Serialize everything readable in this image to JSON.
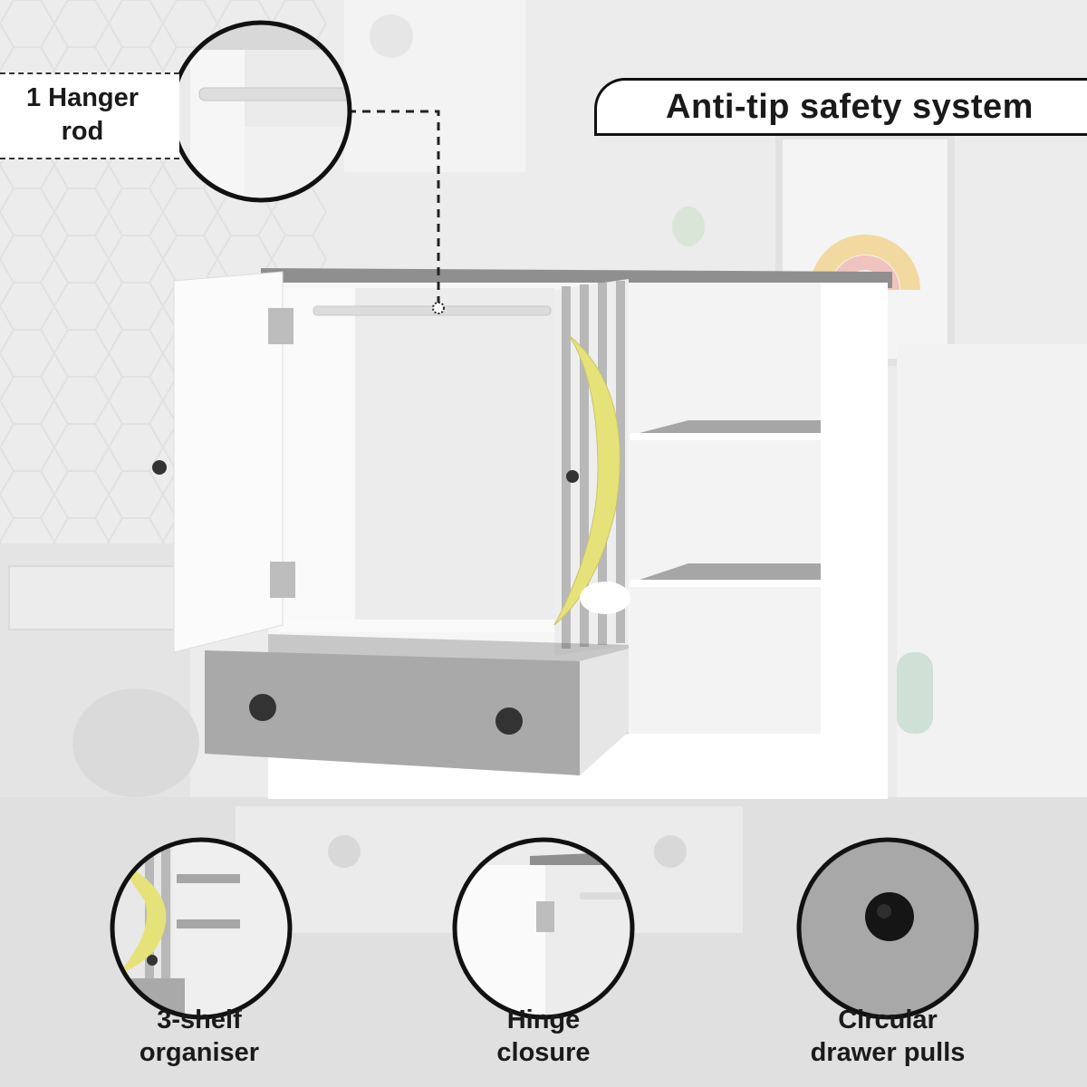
{
  "callouts": {
    "hanger_rod": {
      "line1": "1 Hanger",
      "line2": "rod"
    },
    "anti_tip": "Anti-tip safety system"
  },
  "features": [
    {
      "line1": "3-shelf",
      "line2": "organiser"
    },
    {
      "line1": "Hinge",
      "line2": "closure"
    },
    {
      "line1": "Circular",
      "line2": "drawer pulls"
    }
  ],
  "colors": {
    "background": "#ebebeb",
    "cabinet_white": "#f7f7f7",
    "drawer_grey": "#a9a9a9",
    "moon_yellow": "#e6e27a",
    "stripe_grey": "#b8b8b8",
    "text": "#1a1a1a"
  }
}
